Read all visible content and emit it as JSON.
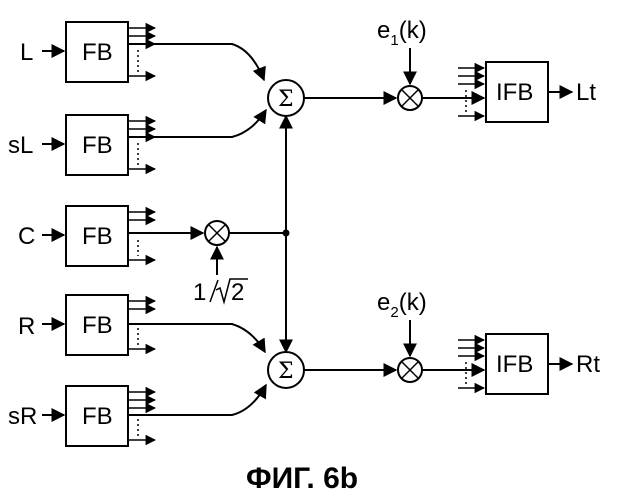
{
  "inputs": [
    "L",
    "sL",
    "C",
    "R",
    "sR"
  ],
  "filterbank_label": "FB",
  "inverse_filterbank_label": "IFB",
  "summer_symbol": "Σ",
  "center_gain": {
    "numerator": "1",
    "radicand": "2"
  },
  "weight_top": {
    "base": "e",
    "subscript": "1",
    "arg": "(k)"
  },
  "weight_bottom": {
    "base": "e",
    "subscript": "2",
    "arg": "(k)"
  },
  "outputs": [
    "Lt",
    "Rt"
  ],
  "caption": "ФИГ. 6b"
}
